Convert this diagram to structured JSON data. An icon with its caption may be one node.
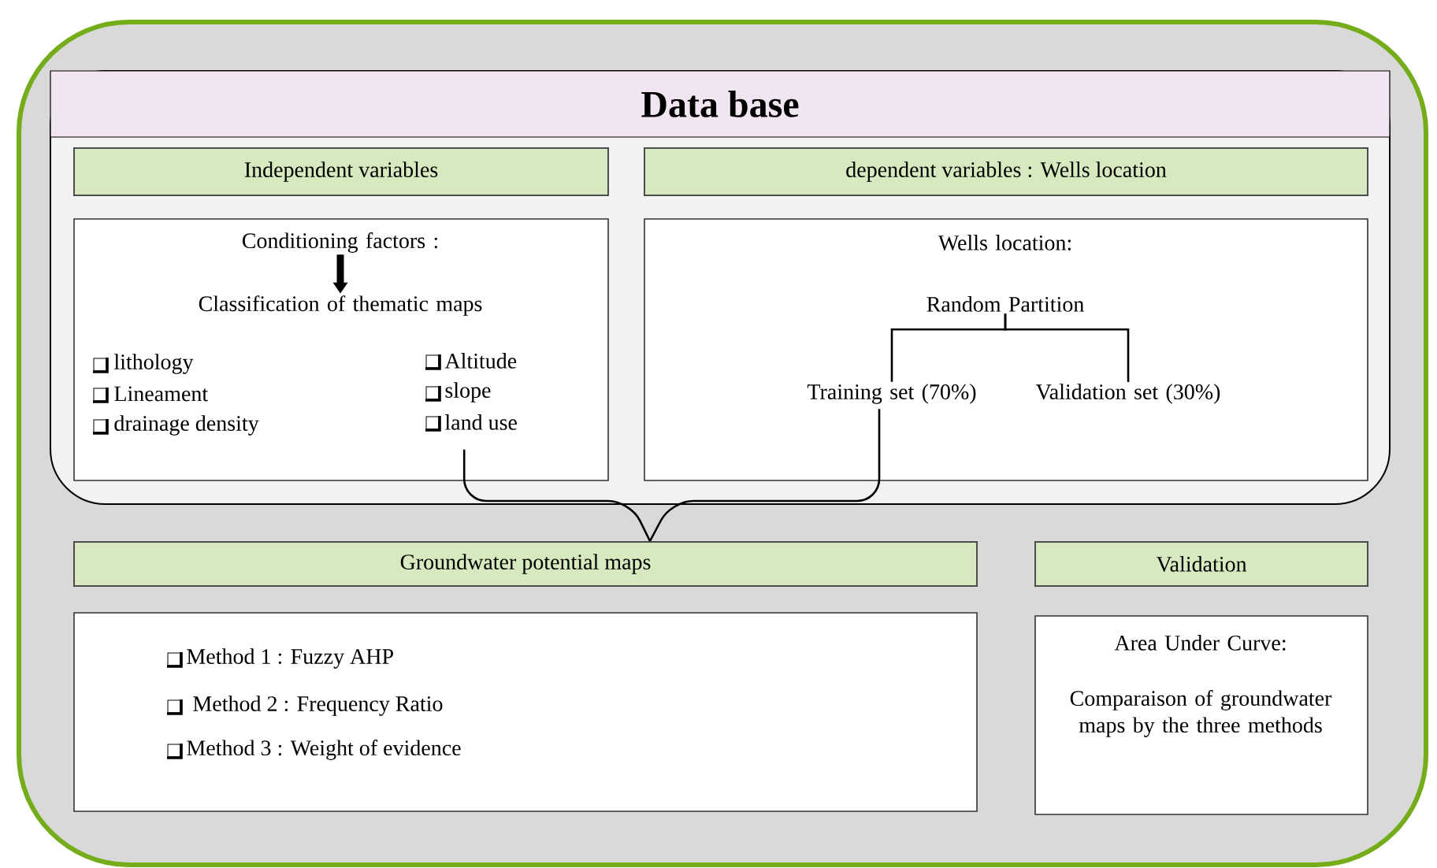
{
  "diagram": {
    "nodes": [
      {
        "text": [
          "Data base"
        ]
      },
      {
        "text": [
          "Independent variables"
        ],
        "in": 0
      },
      {
        "text": [
          "dependent variables :  Wells location"
        ],
        "in": 0
      },
      {
        "text": [
          "lithology",
          "Lineament",
          "drainage density",
          "Altitude",
          "slope",
          "land use"
        ],
        "in": 0
      },
      {
        "text": [
          "Conditioning factors :"
        ],
        "in": 3
      },
      {
        "text": [
          "Classification of thematic maps"
        ],
        "in": 3
      },
      {
        "text": [
          "Wells location:"
        ],
        "in": 0
      },
      {
        "text": [
          "Random Partition"
        ],
        "in": 6
      },
      {
        "text": [
          "Training set (70%)"
        ],
        "in": 6
      },
      {
        "text": [
          "Validation set (30%)"
        ],
        "in": 6
      },
      {
        "text": [
          "Groundwater potential maps"
        ]
      },
      {
        "text": [
          "Validation"
        ]
      },
      {
        "text": [
          "Method 1 : Fuzzy AHP",
          "Method 2 : Frequency Ratio",
          "Method 3 :  Weight of evidence"
        ]
      },
      {
        "text": [
          "Area Under Curve:",
          "Comparaison of groundwater maps by the three methods"
        ]
      }
    ],
    "edges": [
      {
        "from": 4,
        "to": 5,
        "arrow": "to",
        "style": "thick"
      },
      {
        "from": 7,
        "to": 8,
        "arrow": "none"
      },
      {
        "from": 7,
        "to": 9,
        "arrow": "none"
      },
      {
        "from": 3,
        "to": 10,
        "arrow": "none"
      },
      {
        "from": 8,
        "to": 10,
        "arrow": "none"
      }
    ]
  }
}
